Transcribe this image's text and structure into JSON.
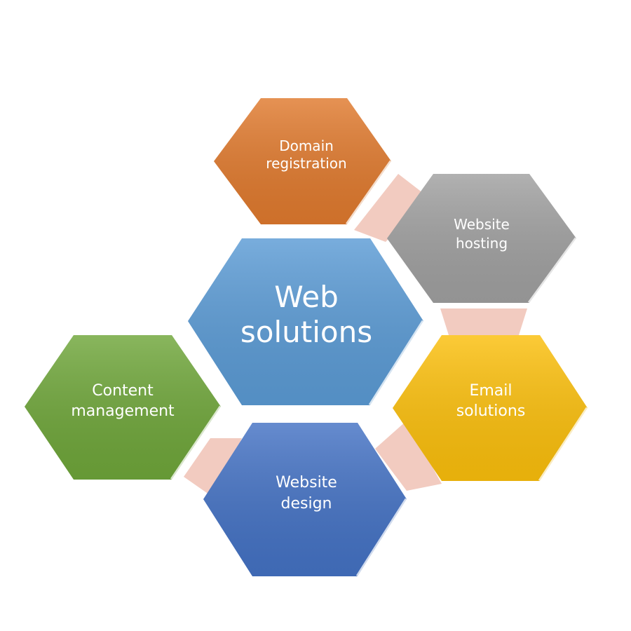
{
  "diagram": {
    "center": {
      "line1": "Web",
      "line2": "solutions",
      "color": "#5B9BD5"
    },
    "nodes": [
      {
        "id": "domain",
        "line1": "Domain",
        "line2": "registration",
        "color": "#E07A2E"
      },
      {
        "id": "hosting",
        "line1": "Website",
        "line2": "hosting",
        "color": "#A0A0A0"
      },
      {
        "id": "email",
        "line1": "Email",
        "line2": "solutions",
        "color": "#FBBF0C"
      },
      {
        "id": "design",
        "line1": "Website",
        "line2": "design",
        "color": "#4472C4"
      },
      {
        "id": "content",
        "line1": "Content",
        "line2": "management",
        "color": "#6FA63A"
      }
    ],
    "connector_color": "#F2CBC0"
  }
}
